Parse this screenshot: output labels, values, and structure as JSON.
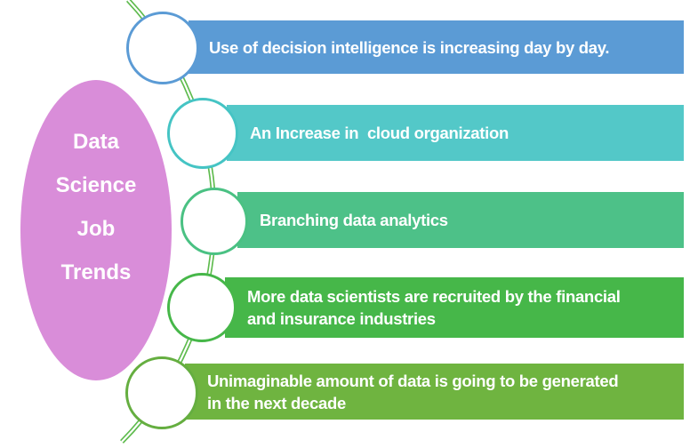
{
  "diagram": {
    "background": "#FFFFFF",
    "text_color": "#FFFFFF",
    "center_label": {
      "lines": [
        "Data",
        "Science",
        "Job",
        "Trends"
      ],
      "fill": "#D98DD9"
    },
    "connector": {
      "color": "#5EBB4D",
      "gap_color": "#FFFFFF"
    },
    "trends": [
      {
        "lines": [
          "Use of decision intelligence is increasing day by day."
        ],
        "bar_color": "#5B9BD5",
        "circle_border": "#5B9BD5"
      },
      {
        "lines": [
          "An Increase in  cloud organization"
        ],
        "bar_color": "#53C8C8",
        "circle_border": "#45C4C4"
      },
      {
        "lines": [
          "Branching data analytics"
        ],
        "bar_color": "#4DC188",
        "circle_border": "#4AC183"
      },
      {
        "lines": [
          "More data scientists are recruited by the financial",
          "and insurance industries"
        ],
        "bar_color": "#46B749",
        "circle_border": "#46B749"
      },
      {
        "lines": [
          "Unimaginable amount of data is going to be generated",
          "in the next decade"
        ],
        "bar_color": "#6FB440",
        "circle_border": "#65AE40"
      }
    ]
  }
}
